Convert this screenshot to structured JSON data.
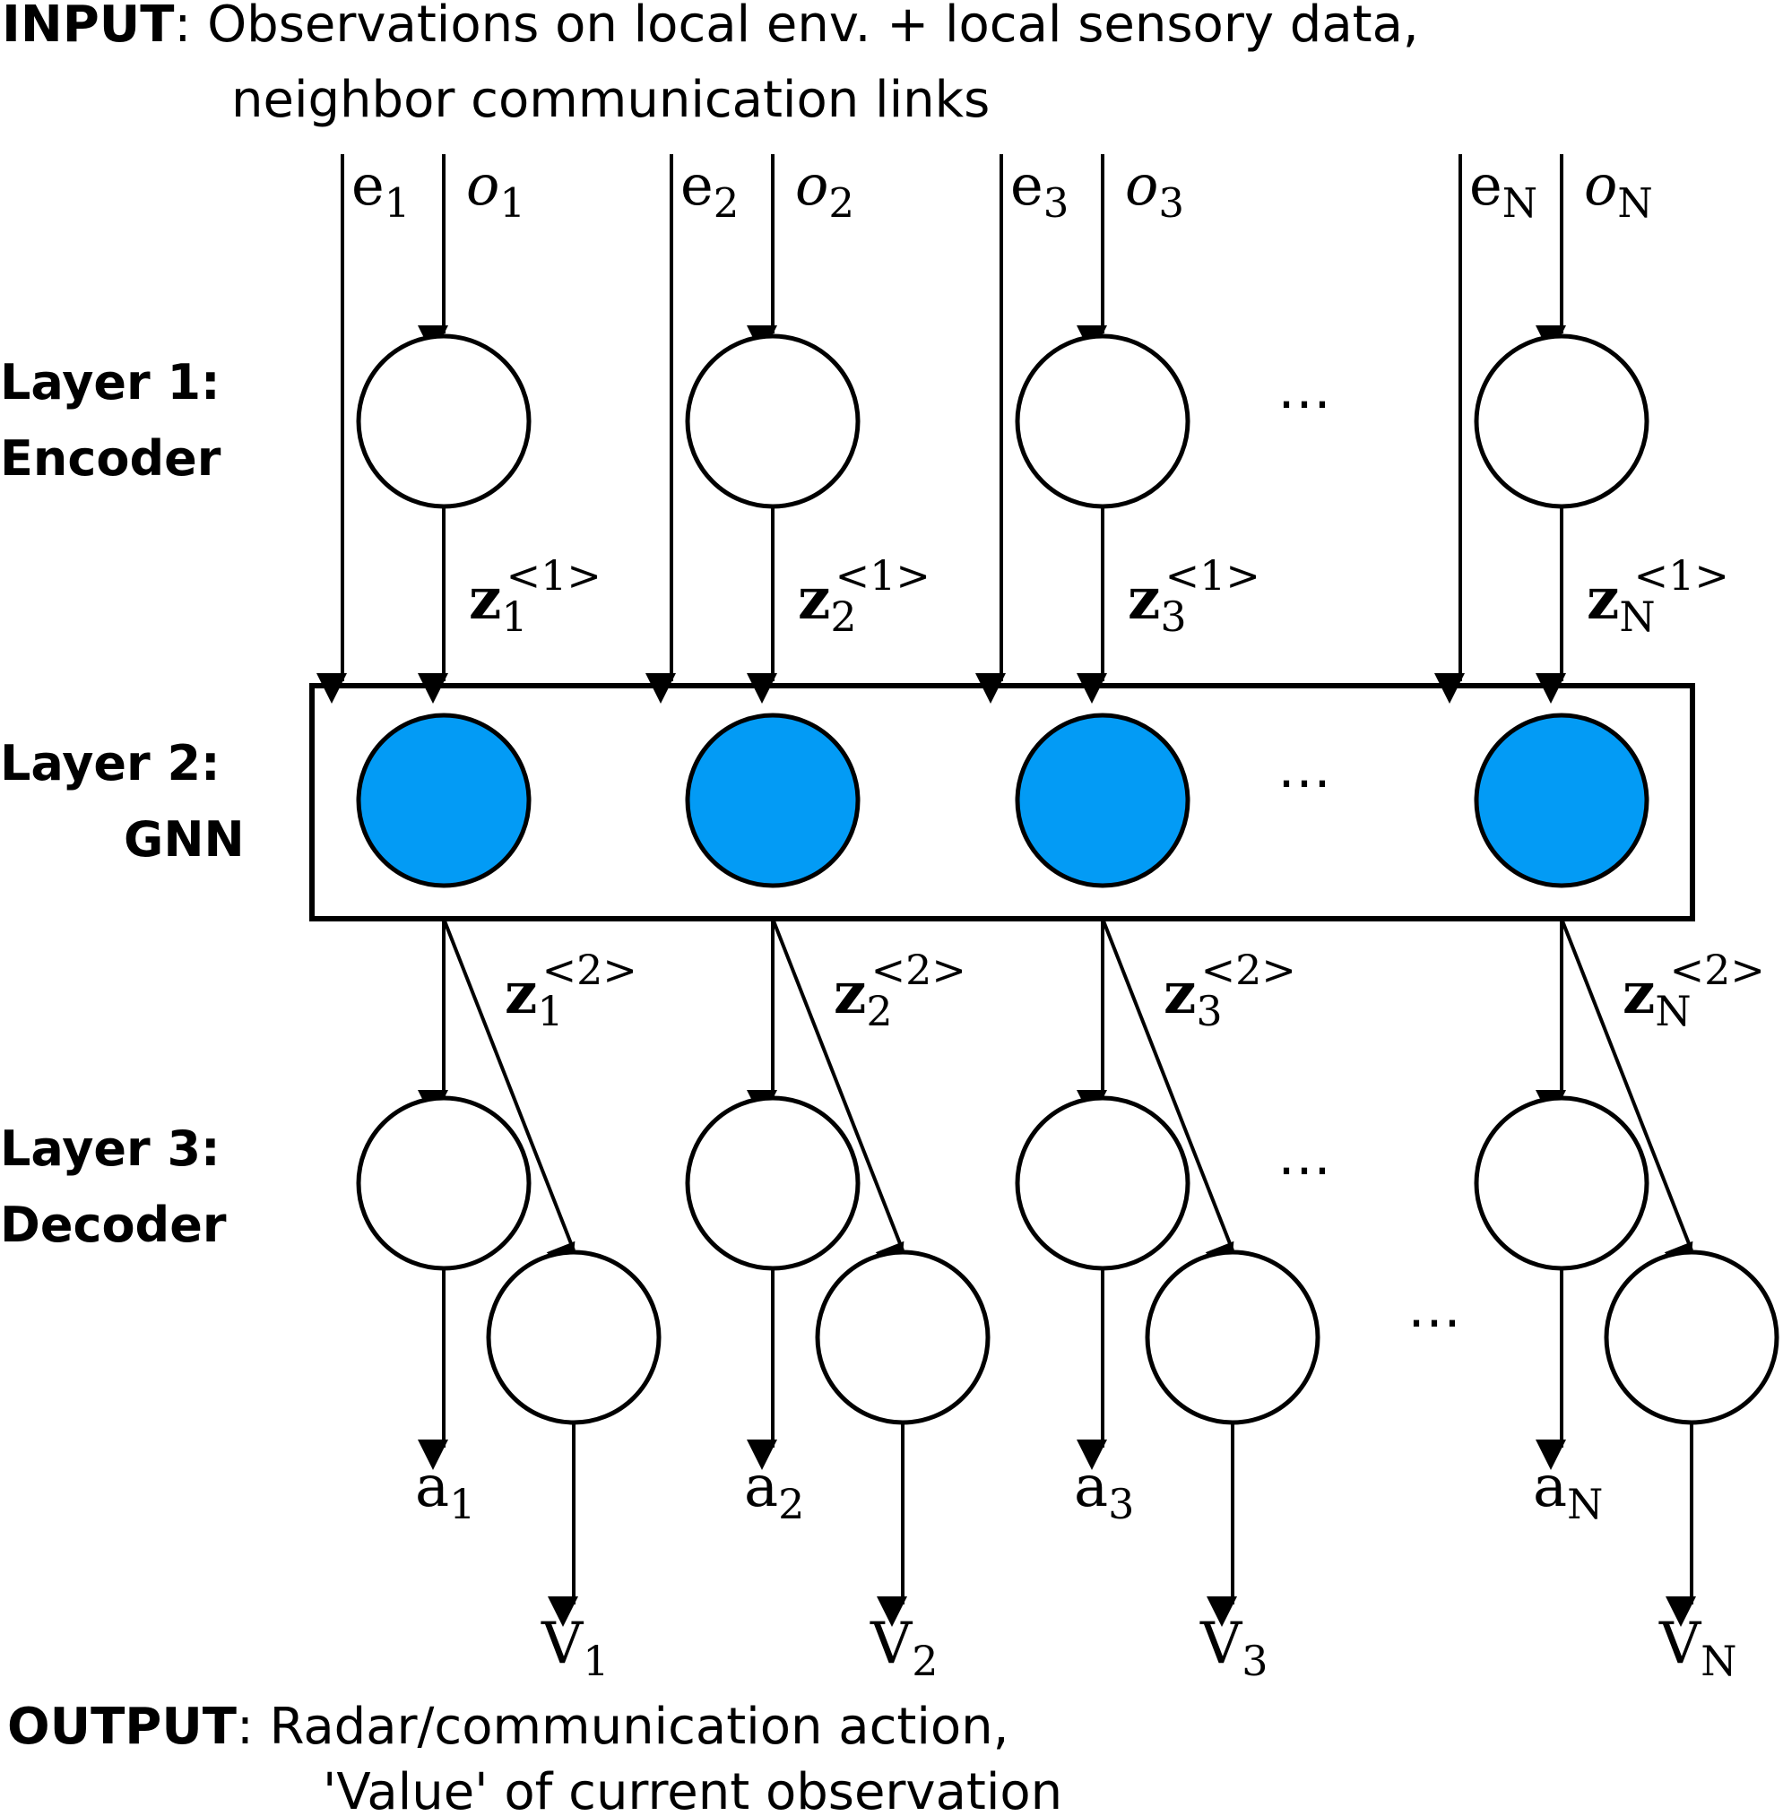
{
  "input": {
    "label": "INPUT",
    "text_line1": ": Observations on local env. + local sensory data,",
    "text_line2": "neighbor communication links"
  },
  "output": {
    "label": "OUTPUT",
    "text_line1": ": Radar/communication action,",
    "text_line2": "'Value' of current observation"
  },
  "layers": {
    "layer1": {
      "line1": "Layer 1:",
      "line2": "Encoder"
    },
    "layer2": {
      "line1": "Layer 2:",
      "line2": "GNN"
    },
    "layer3": {
      "line1": "Layer 3:",
      "line2": "Decoder"
    }
  },
  "ellipsis": "⋯",
  "agents": [
    {
      "sub": "1",
      "e": "e",
      "o": "o",
      "z": "z",
      "a": "a",
      "v": "V",
      "sup1": "<1>",
      "sup2": "<2>"
    },
    {
      "sub": "2",
      "e": "e",
      "o": "o",
      "z": "z",
      "a": "a",
      "v": "V",
      "sup1": "<1>",
      "sup2": "<2>"
    },
    {
      "sub": "3",
      "e": "e",
      "o": "o",
      "z": "z",
      "a": "a",
      "v": "V",
      "sup1": "<1>",
      "sup2": "<2>"
    },
    {
      "sub": "N",
      "e": "e",
      "o": "o",
      "z": "z",
      "a": "a",
      "v": "V",
      "sup1": "<1>",
      "sup2": "<2>"
    }
  ],
  "colors": {
    "gnn_node": "#039BF5",
    "stroke": "#000000"
  }
}
